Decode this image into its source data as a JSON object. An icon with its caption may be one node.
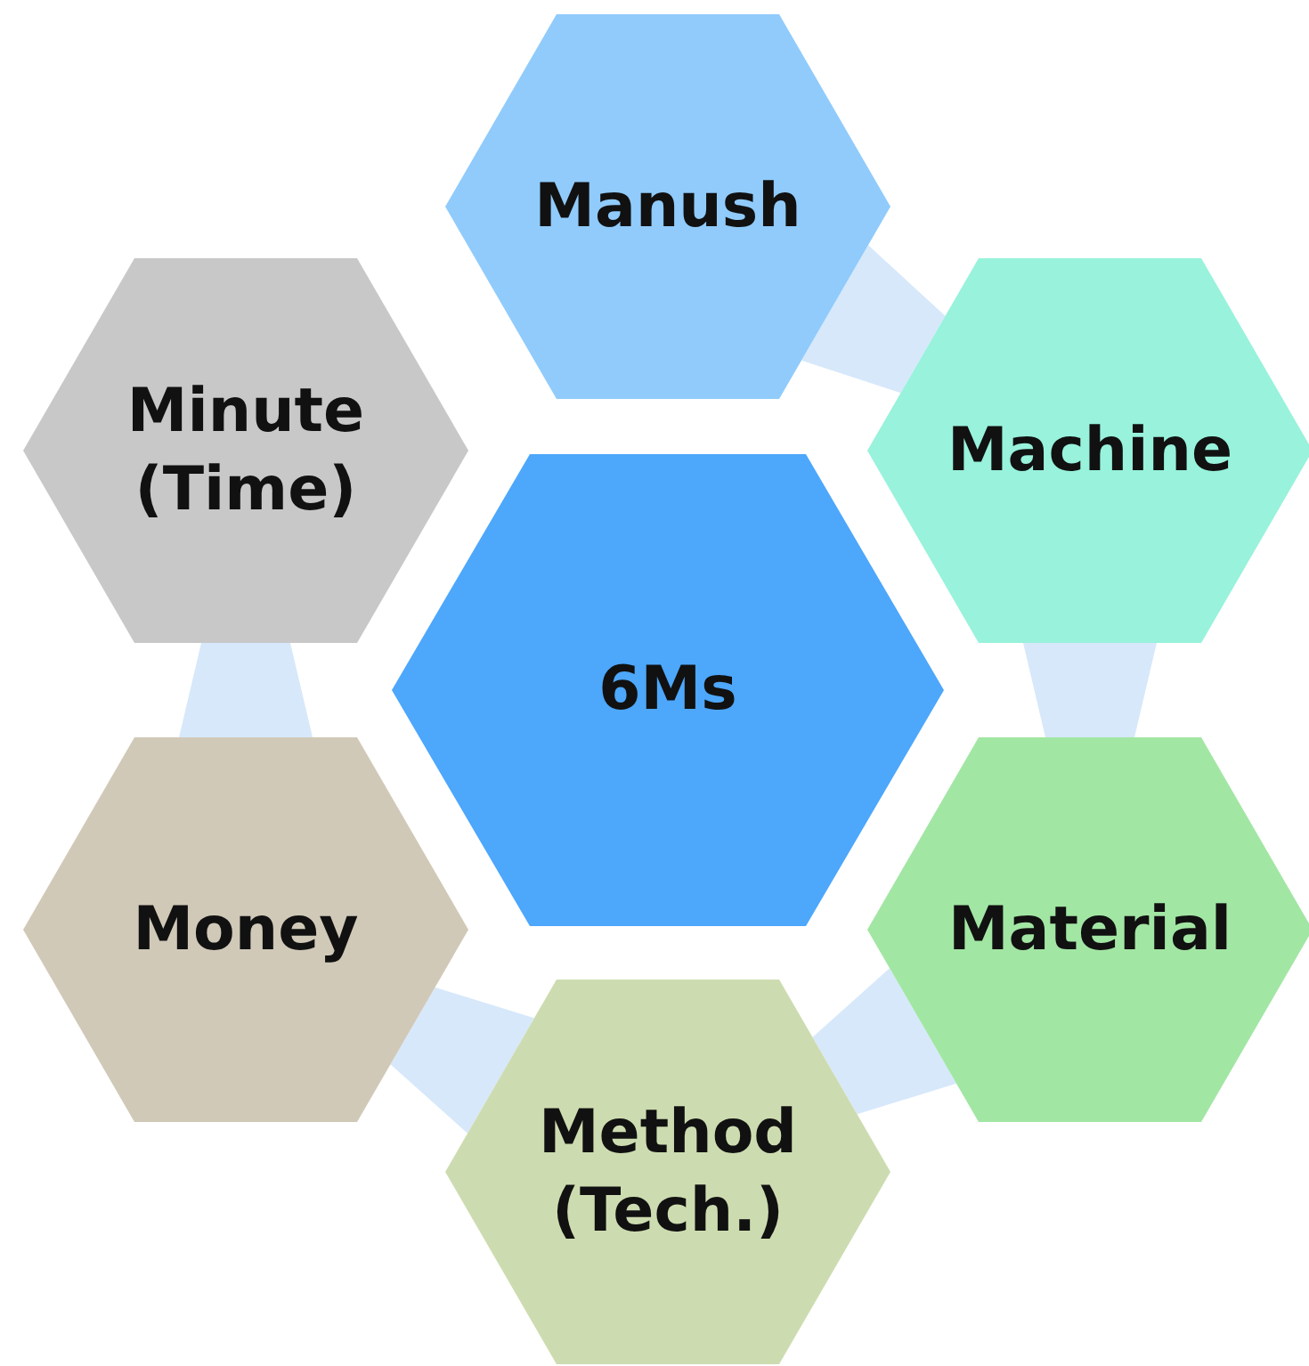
{
  "diagram": {
    "nodes": [
      {
        "text": [
          "6Ms"
        ]
      },
      {
        "text": [
          "Manush"
        ]
      },
      {
        "text": [
          "Machine"
        ]
      },
      {
        "text": [
          "Material"
        ]
      },
      {
        "text": [
          "Method (Tech.)"
        ]
      },
      {
        "text": [
          "Money"
        ]
      },
      {
        "text": [
          "Minute (Time)"
        ]
      }
    ],
    "edges": [
      {
        "from": 1,
        "to": 2,
        "arrow": "none"
      },
      {
        "from": 2,
        "to": 3,
        "arrow": "none"
      },
      {
        "from": 3,
        "to": 4,
        "arrow": "none"
      },
      {
        "from": 4,
        "to": 5,
        "arrow": "none"
      },
      {
        "from": 5,
        "to": 6,
        "arrow": "none"
      }
    ]
  }
}
